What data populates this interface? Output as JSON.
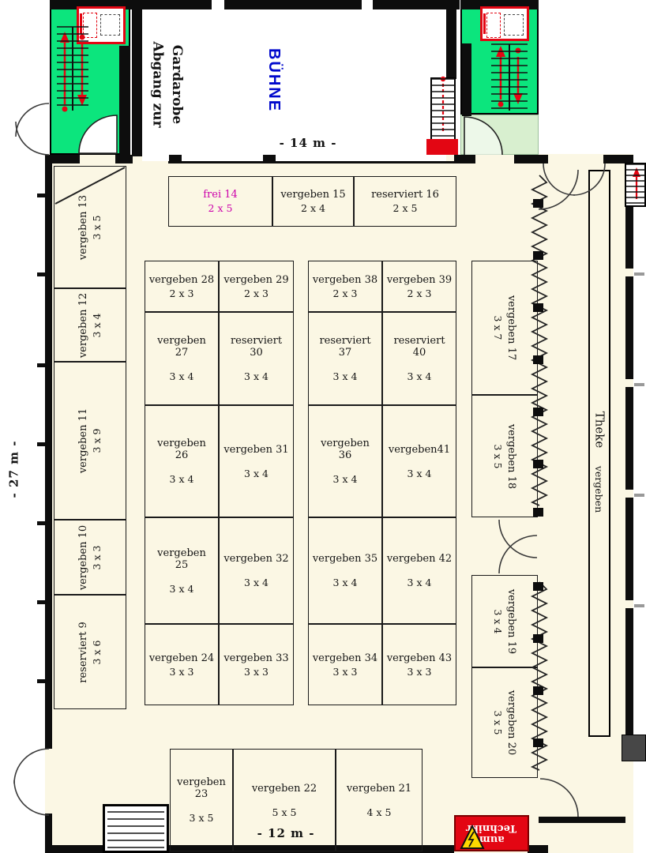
{
  "dims": {
    "top": "- 14 m -",
    "left": "- 27 m -",
    "bottom": "- 12 m -"
  },
  "stage": {
    "label": "BÜHNE",
    "cloak_line1": "Abgang zur",
    "cloak_line2": "Gardarobe"
  },
  "theke": {
    "label": "Theke",
    "status": "vergeben"
  },
  "technik": {
    "line1": "Technikr",
    "line2": "aum"
  },
  "colors": {
    "green": "#0ce57d",
    "pale_green": "#d8efcf",
    "cream": "#fbf7e4",
    "red": "#e30613",
    "blue": "#0008cc",
    "magenta": "#cc00aa"
  },
  "booths": {
    "left": [
      {
        "name": "vergeben 13",
        "size": "3 x 5"
      },
      {
        "name": "vergeben 12",
        "size": "3 x 4"
      },
      {
        "name": "vergeben 11",
        "size": "3 x 9"
      },
      {
        "name": "vergeben 10",
        "size": "3 x 3"
      },
      {
        "name": "reserviert 9",
        "size": "3 x 6"
      }
    ],
    "stage_row": [
      {
        "name": "frei 14",
        "size": "2 x 5"
      },
      {
        "name": "vergeben 15",
        "size": "2 x 4"
      },
      {
        "name": "reserviert 16",
        "size": "2 x 5"
      }
    ],
    "grid": [
      {
        "name": "vergeben 28",
        "size": "2 x 3"
      },
      {
        "name": "vergeben 29",
        "size": "2 x 3"
      },
      {
        "name": "vergeben 38",
        "size": "2 x 3"
      },
      {
        "name": "vergeben 39",
        "size": "2 x 3"
      },
      {
        "name": "vergeben 27",
        "size": "3 x 4"
      },
      {
        "name": "reserviert 30",
        "size": "3 x 4"
      },
      {
        "name": "reserviert 37",
        "size": "3 x 4"
      },
      {
        "name": "reserviert 40",
        "size": "3 x 4"
      },
      {
        "name": "vergeben 26",
        "size": "3 x 4"
      },
      {
        "name": "vergeben 31",
        "size": "3 x 4"
      },
      {
        "name": "vergeben 36",
        "size": "3 x 4"
      },
      {
        "name": "vergeben41",
        "size": "3 x 4"
      },
      {
        "name": "vergeben 25",
        "size": "3 x 4"
      },
      {
        "name": "vergeben 32",
        "size": "3 x 4"
      },
      {
        "name": "vergeben 35",
        "size": "3 x 4"
      },
      {
        "name": "vergeben 42",
        "size": "3 x 4"
      },
      {
        "name": "vergeben 24",
        "size": "3 x 3"
      },
      {
        "name": "vergeben 33",
        "size": "3 x 3"
      },
      {
        "name": "vergeben 34",
        "size": "3 x 3"
      },
      {
        "name": "vergeben 43",
        "size": "3 x 3"
      }
    ],
    "right": [
      {
        "name": "vergeben 17",
        "size": "3 x 7"
      },
      {
        "name": "vergeben 18",
        "size": "3 x 5"
      },
      {
        "name": "vergeben 19",
        "size": "3 x 4"
      },
      {
        "name": "vergeben 20",
        "size": "3 x 5"
      }
    ],
    "bottom": [
      {
        "name": "vergeben 23",
        "size": "3 x 5"
      },
      {
        "name": "vergeben 22",
        "size": "5 x 5"
      },
      {
        "name": "vergeben 21",
        "size": "4 x 5"
      }
    ]
  }
}
